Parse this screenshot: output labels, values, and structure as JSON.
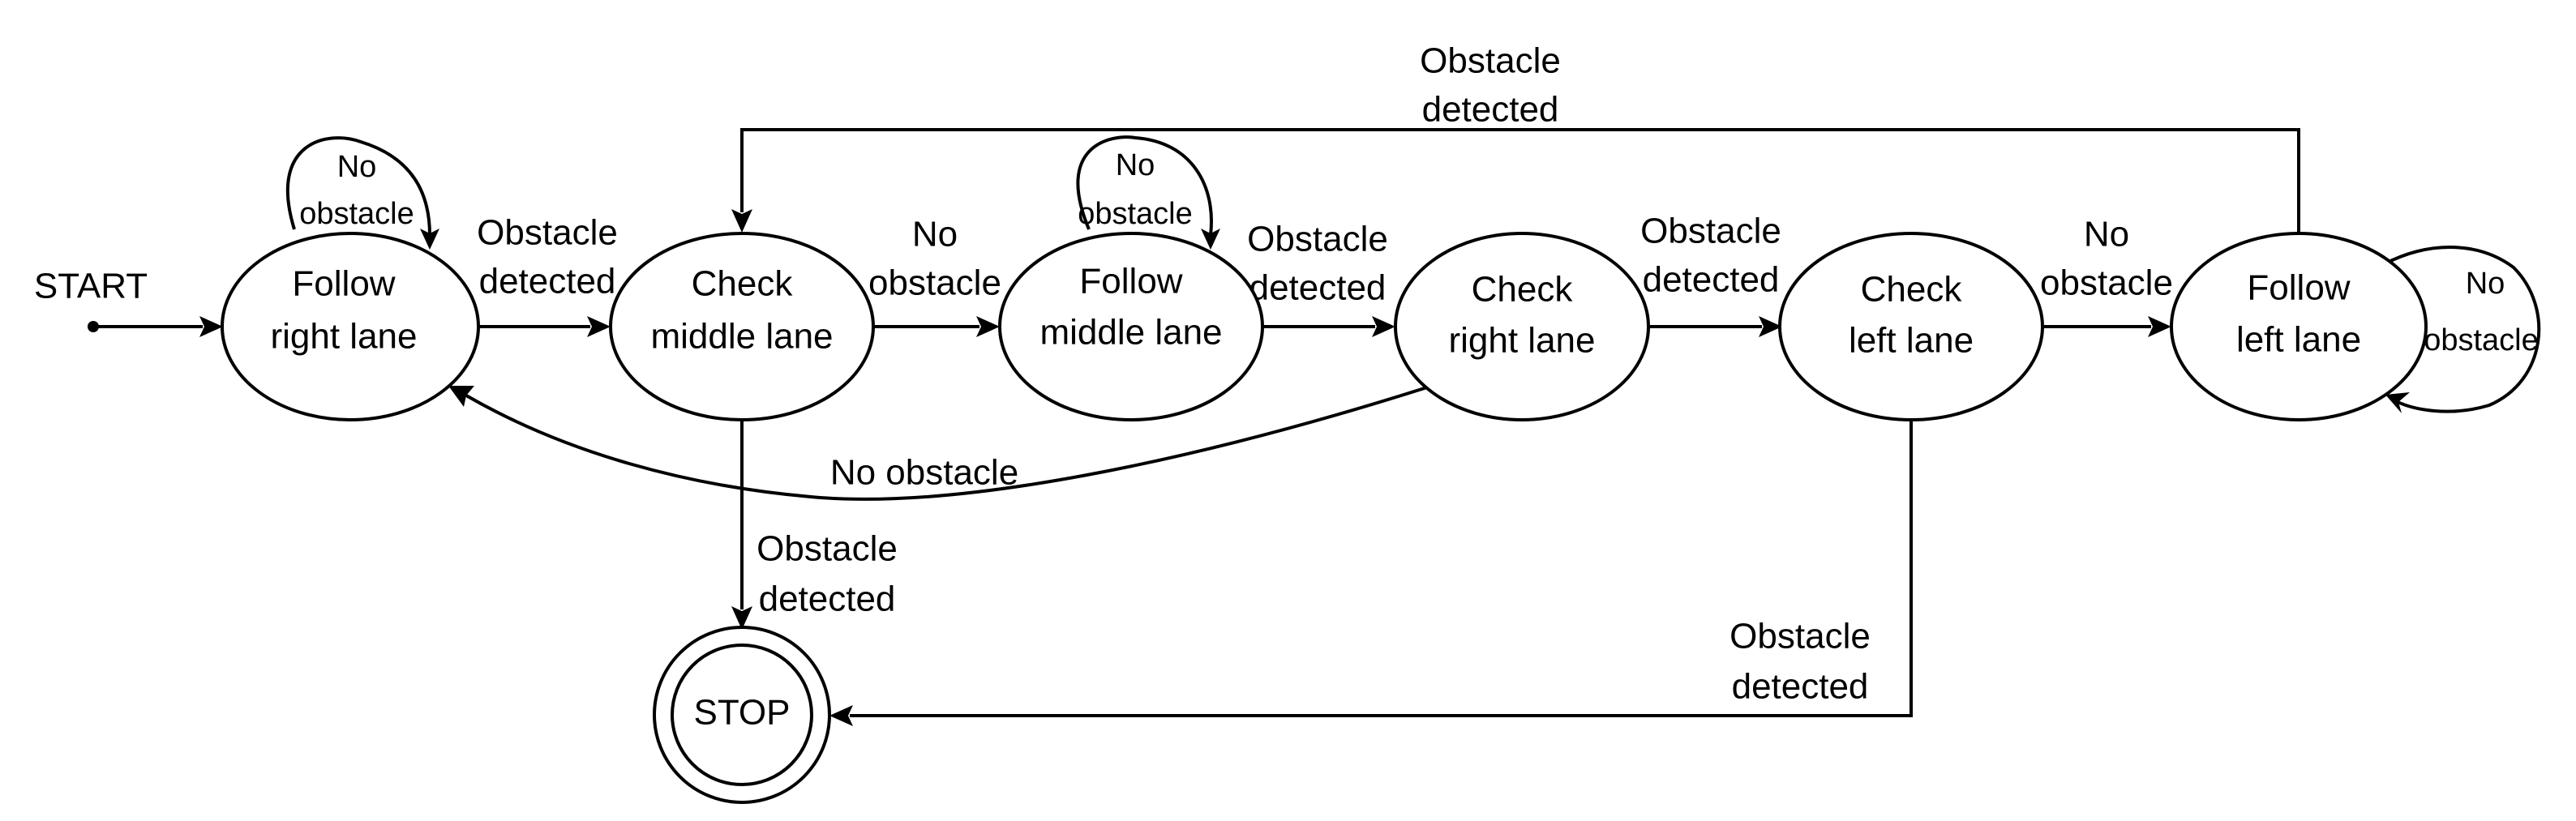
{
  "start_label": "START",
  "states": {
    "follow_right": {
      "line1": "Follow",
      "line2": "right lane"
    },
    "check_middle": {
      "line1": "Check",
      "line2": "middle lane"
    },
    "follow_middle": {
      "line1": "Follow",
      "line2": "middle lane"
    },
    "check_right": {
      "line1": "Check",
      "line2": "right lane"
    },
    "check_left": {
      "line1": "Check",
      "line2": "left lane"
    },
    "follow_left": {
      "line1": "Follow",
      "line2": "left lane"
    },
    "stop": {
      "label": "STOP"
    }
  },
  "transitions": {
    "loop_follow_right": {
      "line1": "No",
      "line2": "obstacle"
    },
    "follow_right_to_check_middle": {
      "line1": "Obstacle",
      "line2": "detected"
    },
    "check_middle_to_follow_middle": {
      "line1": "No",
      "line2": "obstacle"
    },
    "loop_follow_middle": {
      "line1": "No",
      "line2": "obstacle"
    },
    "follow_middle_to_check_right": {
      "line1": "Obstacle",
      "line2": "detected"
    },
    "check_right_to_check_left": {
      "line1": "Obstacle",
      "line2": "detected"
    },
    "check_left_to_follow_left": {
      "line1": "No",
      "line2": "obstacle"
    },
    "loop_follow_left": {
      "line1": "No",
      "line2": "obstacle"
    },
    "follow_left_to_check_middle": {
      "line1": "Obstacle",
      "line2": "detected"
    },
    "check_right_to_follow_right": {
      "line1": "No obstacle"
    },
    "check_middle_to_stop": {
      "line1": "Obstacle",
      "line2": "detected"
    },
    "check_left_to_stop": {
      "line1": "Obstacle",
      "line2": "detected"
    }
  }
}
